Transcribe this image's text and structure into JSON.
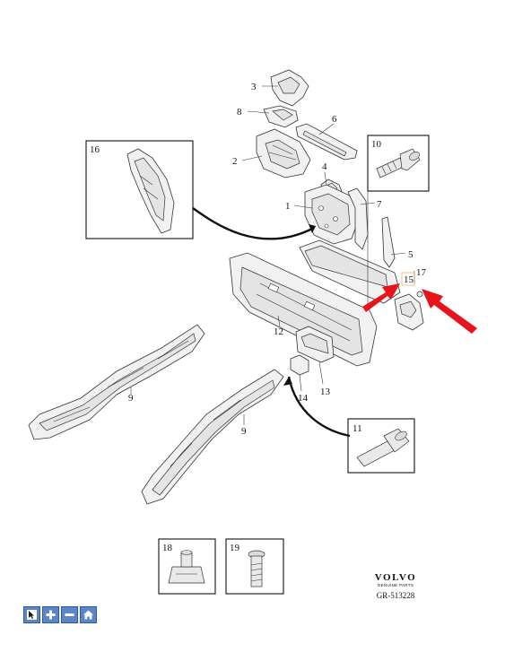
{
  "diagram": {
    "callouts": [
      {
        "id": "c1",
        "label": "1"
      },
      {
        "id": "c2",
        "label": "2"
      },
      {
        "id": "c3",
        "label": "3"
      },
      {
        "id": "c4",
        "label": "4"
      },
      {
        "id": "c5",
        "label": "5"
      },
      {
        "id": "c6",
        "label": "6"
      },
      {
        "id": "c7",
        "label": "7"
      },
      {
        "id": "c8",
        "label": "8"
      },
      {
        "id": "c9a",
        "label": "9"
      },
      {
        "id": "c9b",
        "label": "9"
      },
      {
        "id": "c12",
        "label": "12"
      },
      {
        "id": "c13",
        "label": "13"
      },
      {
        "id": "c14",
        "label": "14"
      },
      {
        "id": "c15",
        "label": "15"
      },
      {
        "id": "c17",
        "label": "17"
      }
    ],
    "insets": [
      {
        "id": "inset10",
        "label": "10"
      },
      {
        "id": "inset11",
        "label": "11"
      },
      {
        "id": "inset16",
        "label": "16"
      },
      {
        "id": "inset18",
        "label": "18"
      },
      {
        "id": "inset19",
        "label": "19"
      }
    ],
    "highlight_color": "#e8141c"
  },
  "branding": {
    "logo": "VOLVO",
    "tagline": "GENUINE PARTS",
    "reference": "GR-513228"
  },
  "toolbar": {
    "buttons": [
      {
        "name": "pointer-button",
        "icon": "pointer-icon"
      },
      {
        "name": "zoom-in-button",
        "icon": "plus-icon"
      },
      {
        "name": "zoom-out-button",
        "icon": "minus-icon"
      },
      {
        "name": "home-button",
        "icon": "home-icon"
      }
    ]
  }
}
